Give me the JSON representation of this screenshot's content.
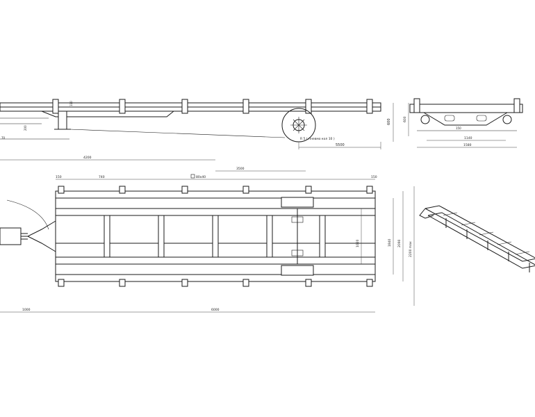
{
  "colors": {
    "background": "#ffffff",
    "line": "#1a1a1a",
    "dimension": "#444444"
  },
  "side_view": {
    "dims": {
      "platform_height": "600",
      "overall_right": "5500",
      "wheel_note": "R 5 ( пневмо кол 10 )",
      "stub_a": "110",
      "stub_b": "200",
      "stub_c": "70"
    }
  },
  "end_view": {
    "dims": {
      "inner": "1140",
      "outer": "1580",
      "small": "150",
      "height": "600"
    }
  },
  "plan_view": {
    "dims": {
      "top_long": "4200",
      "top_mid": "3500",
      "left_offset": "150",
      "bay": "740",
      "right_offset": "150",
      "profile": "80x40",
      "bottom_drawbar": "1000",
      "bottom_total": "6000",
      "inner_width": "1020",
      "mid_width": "1840",
      "outer_width": "2090",
      "overall_width": "2200 max"
    }
  },
  "iso_view": {}
}
